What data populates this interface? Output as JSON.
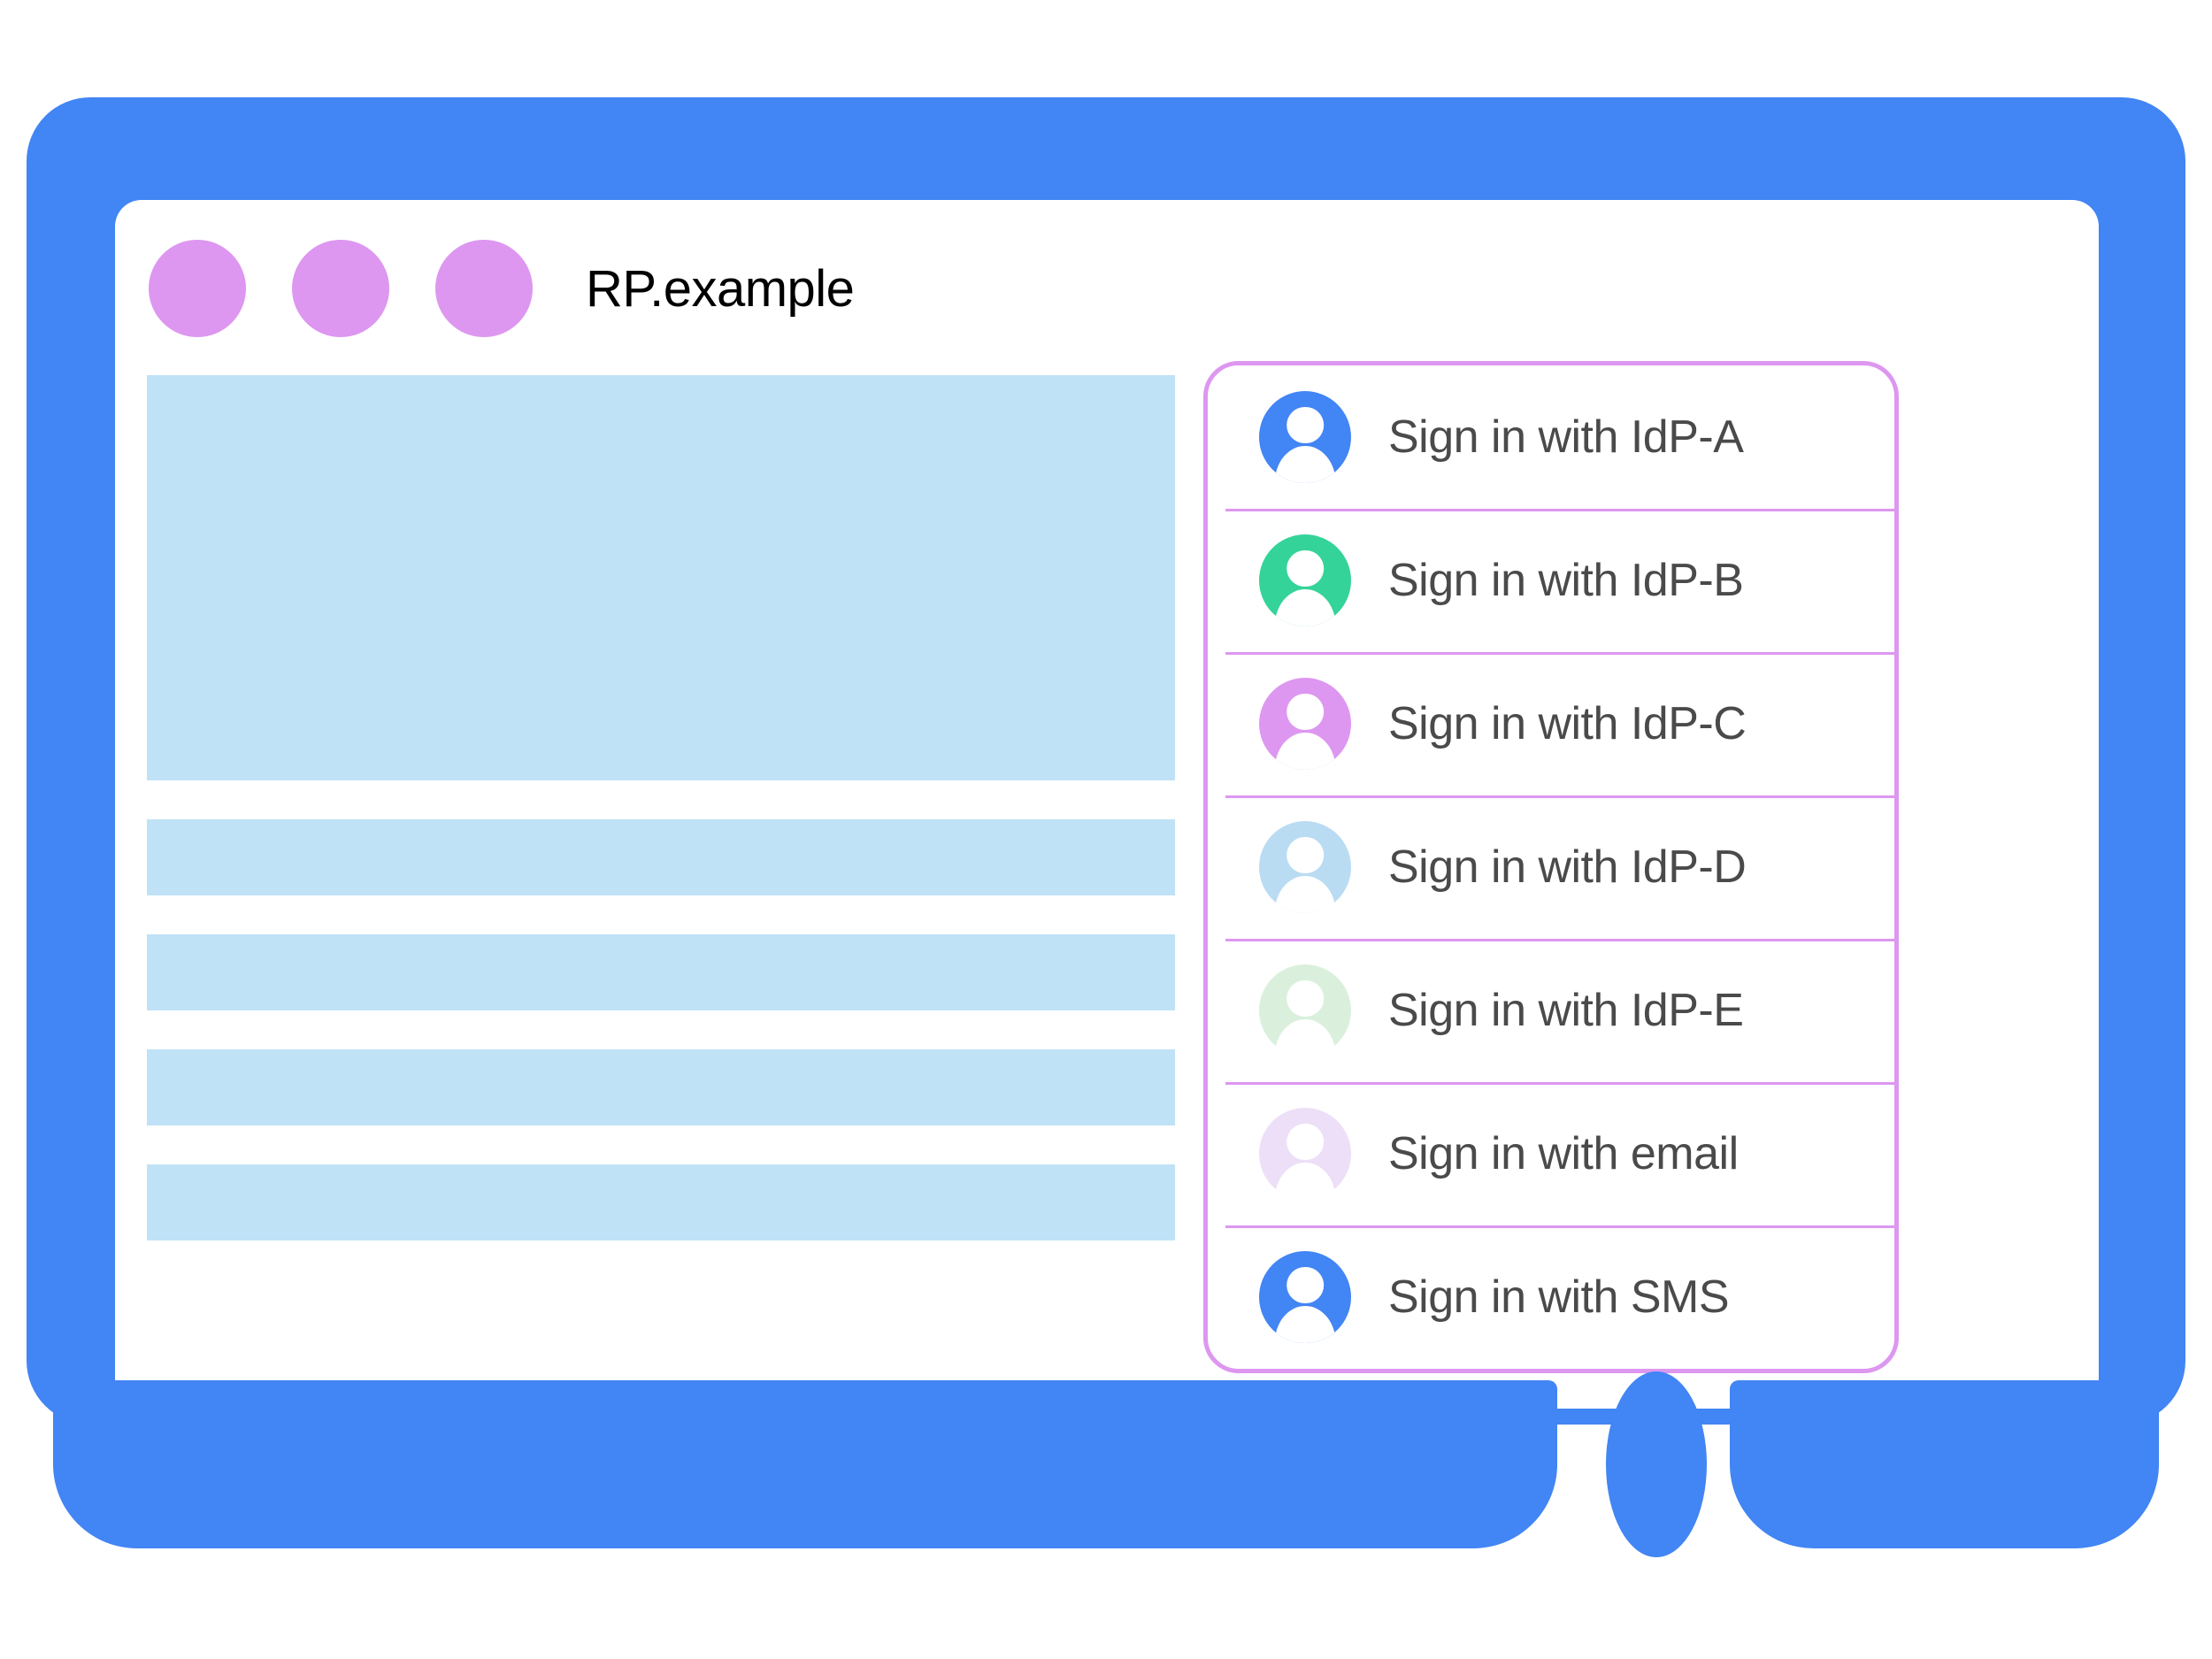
{
  "window": {
    "title": "RP.example",
    "dots": [
      "window-dot-1",
      "window-dot-2",
      "window-dot-3"
    ],
    "dot_color": "#dd97f0",
    "frame_color": "#4285f4",
    "screen_color": "#ffffff"
  },
  "content": {
    "placeholder_color": "#bfe2f7",
    "blocks": [
      {
        "name": "hero-placeholder",
        "kind": "hero"
      },
      {
        "name": "text-placeholder-1",
        "kind": "bar"
      },
      {
        "name": "text-placeholder-2",
        "kind": "bar"
      },
      {
        "name": "text-placeholder-3",
        "kind": "bar"
      },
      {
        "name": "text-placeholder-4",
        "kind": "bar"
      }
    ]
  },
  "chooser": {
    "border_color": "#dd97f0",
    "separator_color": "#dd97f0",
    "label_color": "#4a4a4a",
    "accounts": [
      {
        "label": "Sign in with IdP-A",
        "avatar_icon": "person-avatar-icon",
        "avatar_color": "#4285f4"
      },
      {
        "label": "Sign in with IdP-B",
        "avatar_icon": "person-avatar-icon",
        "avatar_color": "#34d399"
      },
      {
        "label": "Sign in with IdP-C",
        "avatar_icon": "person-avatar-icon",
        "avatar_color": "#dd97f0"
      },
      {
        "label": "Sign in with IdP-D",
        "avatar_icon": "person-avatar-icon",
        "avatar_color": "#b9dcf3"
      },
      {
        "label": "Sign in with IdP-E",
        "avatar_icon": "person-avatar-icon",
        "avatar_color": "#daf0dd"
      },
      {
        "label": "Sign in with email",
        "avatar_icon": "person-avatar-icon",
        "avatar_color": "#eddff7"
      },
      {
        "label": "Sign in with SMS",
        "avatar_icon": "person-avatar-icon",
        "avatar_color": "#4285f4"
      }
    ]
  },
  "device": {
    "home_button_label": "home-button"
  }
}
